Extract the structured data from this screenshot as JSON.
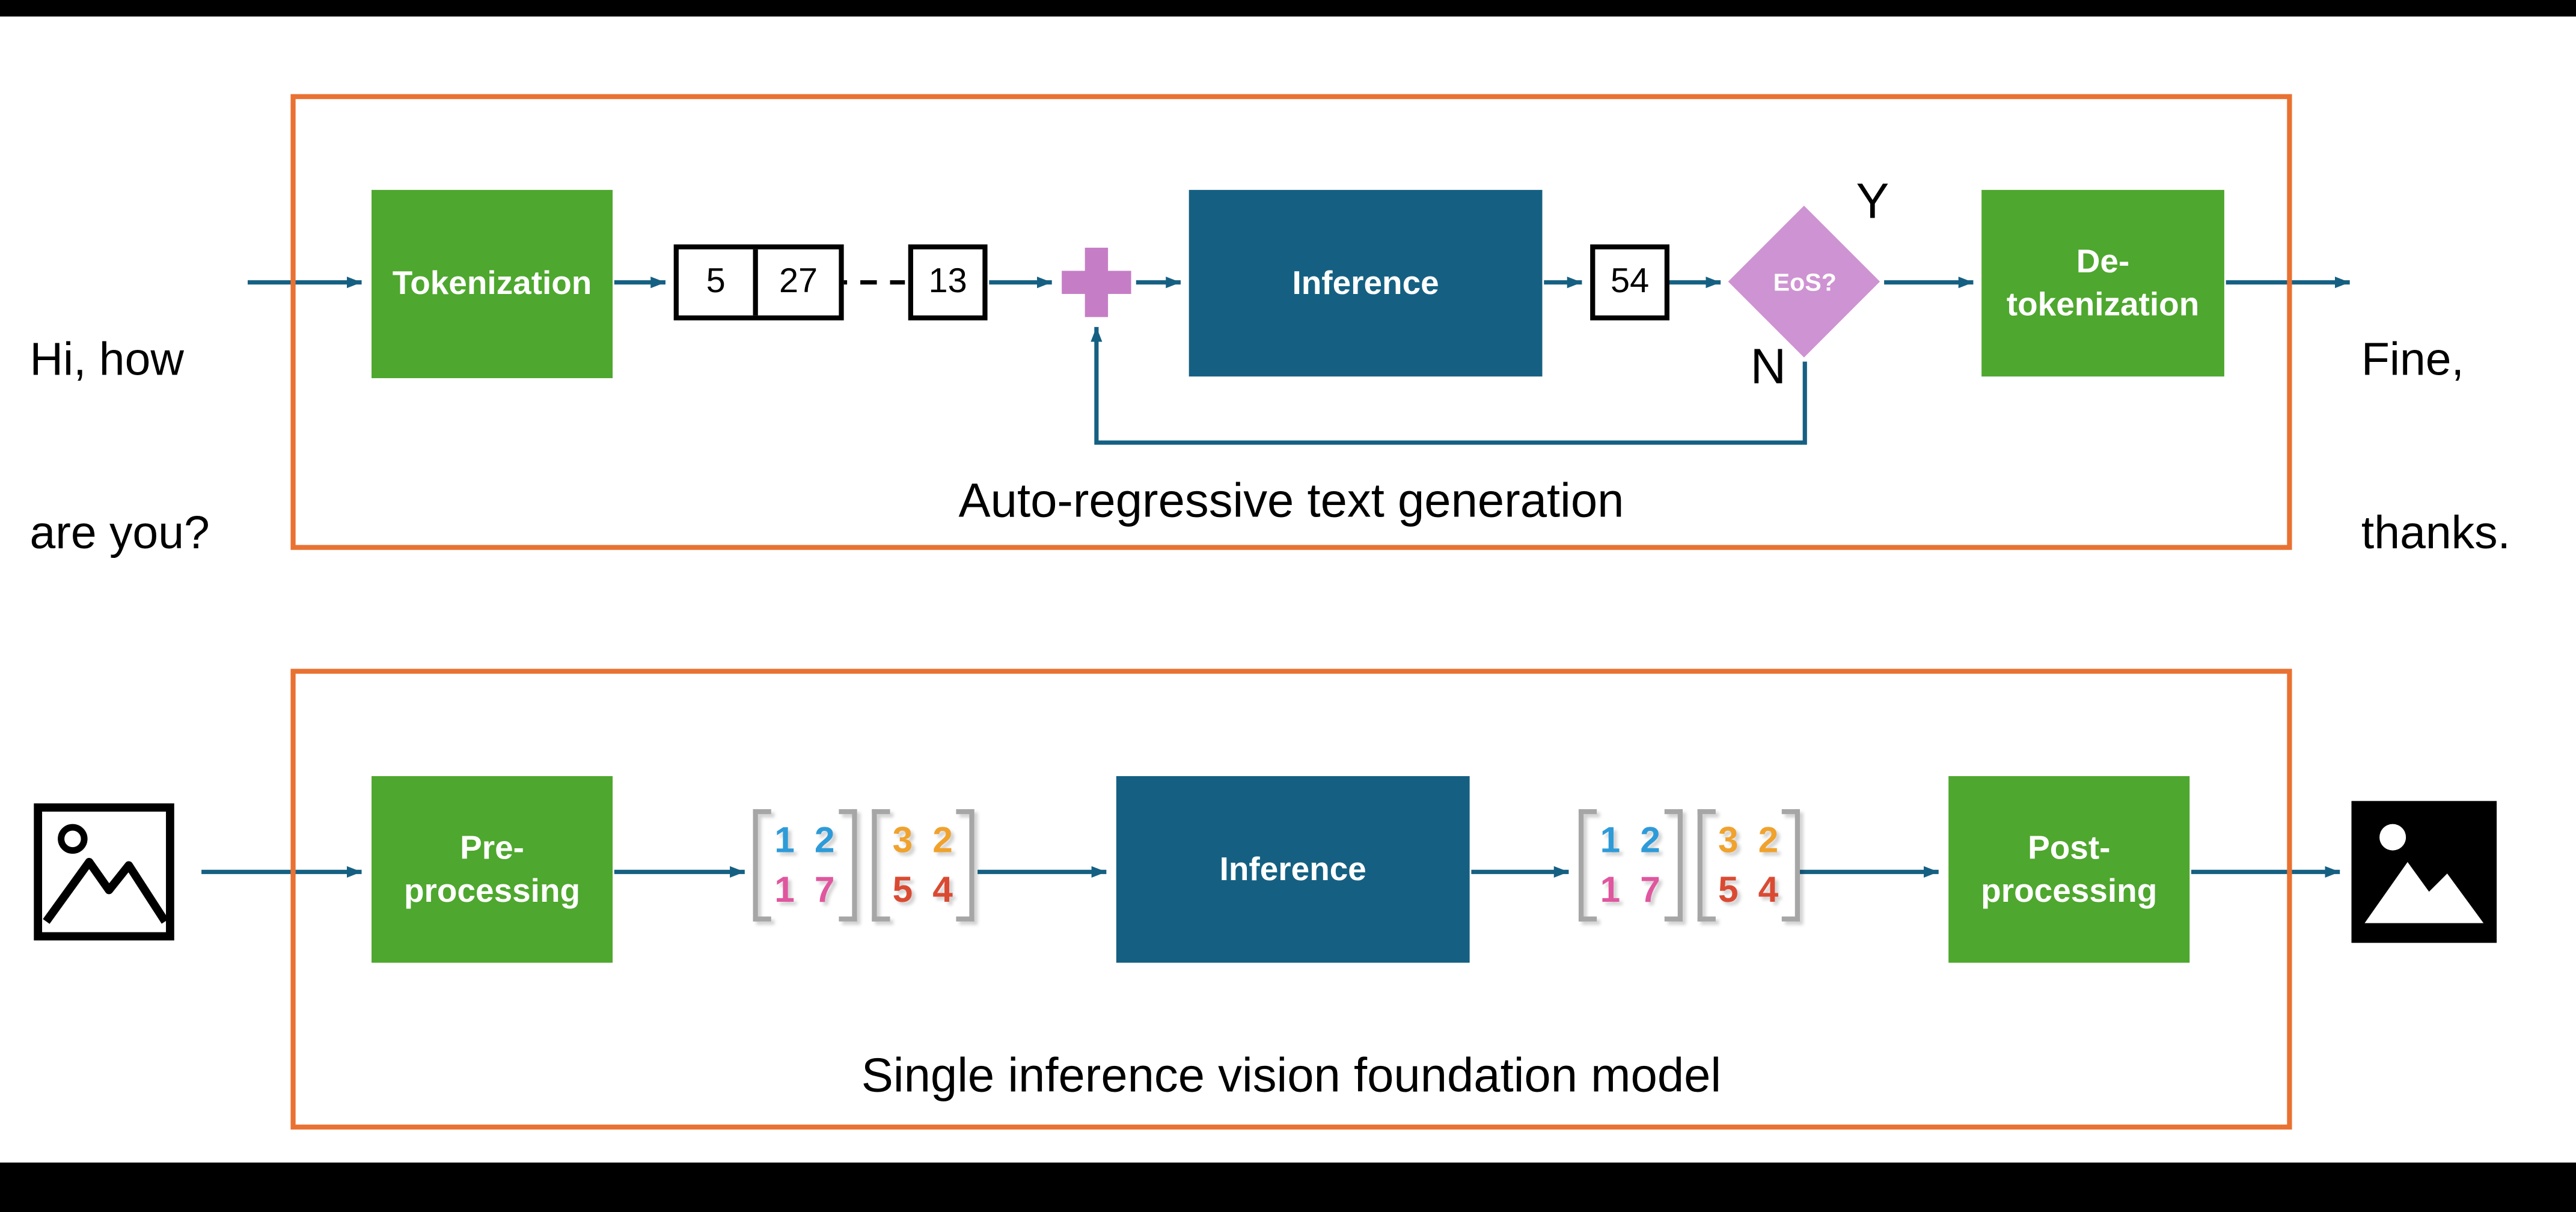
{
  "palette": {
    "green": "#4EA72E",
    "teal": "#156082",
    "orange": "#E97132",
    "plum": "#C57EC5",
    "diamond": "#CE93D2",
    "arrow": "#156082",
    "bracket_gray": "#A6A6A6"
  },
  "text_pipeline": {
    "input": {
      "line1": "Hi, how",
      "line2": "are you?"
    },
    "tokenization_label": "Tokenization",
    "tokens_in": [
      "5",
      "27",
      "13"
    ],
    "inference_label": "Inference",
    "token_out": "54",
    "eos_label": "EoS?",
    "branch_yes": "Y",
    "branch_no": "N",
    "detokenization": {
      "line1": "De-",
      "line2": "tokenization"
    },
    "output": {
      "line1": "Fine,",
      "line2": "thanks."
    },
    "caption": "Auto-regressive text generation"
  },
  "vision_pipeline": {
    "preprocessing": {
      "line1": "Pre-",
      "line2": "processing"
    },
    "inference_label": "Inference",
    "postprocessing": {
      "line1": "Post-",
      "line2": "processing"
    },
    "caption": "Single inference vision foundation model",
    "matrix_left": {
      "cells": [
        {
          "value": "1",
          "color": "#2E9BD8"
        },
        {
          "value": "2",
          "color": "#2E9BD8"
        },
        {
          "value": "1",
          "color": "#E0569F"
        },
        {
          "value": "7",
          "color": "#E0569F"
        }
      ]
    },
    "matrix_right": {
      "cells": [
        {
          "value": "3",
          "color": "#F0A22D"
        },
        {
          "value": "2",
          "color": "#F0A22D"
        },
        {
          "value": "5",
          "color": "#DA4A32"
        },
        {
          "value": "4",
          "color": "#DA4A32"
        }
      ]
    },
    "icons": {
      "input": "photo-outline-icon",
      "output": "photo-filled-icon"
    }
  }
}
